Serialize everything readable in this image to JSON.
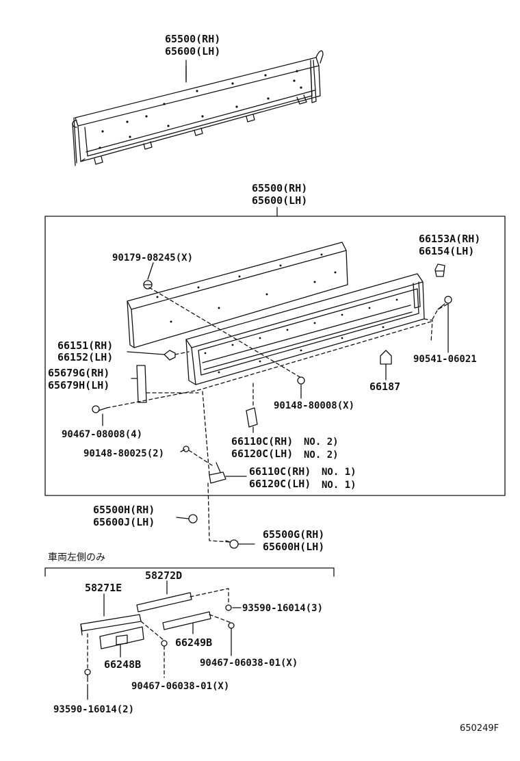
{
  "labels": {
    "top_rh": "65500(RH)",
    "top_lh": "65600(LH)",
    "mid_rh": "65500(RH)",
    "mid_lh": "65600(LH)",
    "p90179": "90179-08245(X)",
    "p66153": "66153A(RH)",
    "p66154": "66154(LH)",
    "p66151": "66151(RH)",
    "p66152": "66152(LH)",
    "p65679g": "65679G(RH)",
    "p65679h": "65679H(LH)",
    "p90541": "90541-06021",
    "p66187": "66187",
    "p90148a": "90148-80008(X)",
    "p90467a": "90467-08008(4)",
    "p90148b": "90148-80025(2)",
    "p66110c2": "66110C(RH)",
    "p66120c2": "66120C(LH)",
    "no2a": "NO. 2)",
    "no2b": "NO. 2)",
    "p66110c1": "66110C(RH)",
    "p66120c1": "66120C(LH)",
    "no1a": "NO. 1)",
    "no1b": "NO. 1)",
    "p65500h": "65500H(RH)",
    "p65600j": "65600J(LH)",
    "p65500g": "65500G(RH)",
    "p65600h": "65600H(LH)",
    "jp_note": "車両左側のみ",
    "p58272d": "58272D",
    "p58271e": "58271E",
    "p93590a": "93590-16014(3)",
    "p66249b": "66249B",
    "p66248b": "66248B",
    "p90467b": "90467-06038-01(X)",
    "p90467c": "90467-06038-01(X)",
    "p93590b": "93590-16014(2)",
    "diagram_code": "650249F"
  }
}
